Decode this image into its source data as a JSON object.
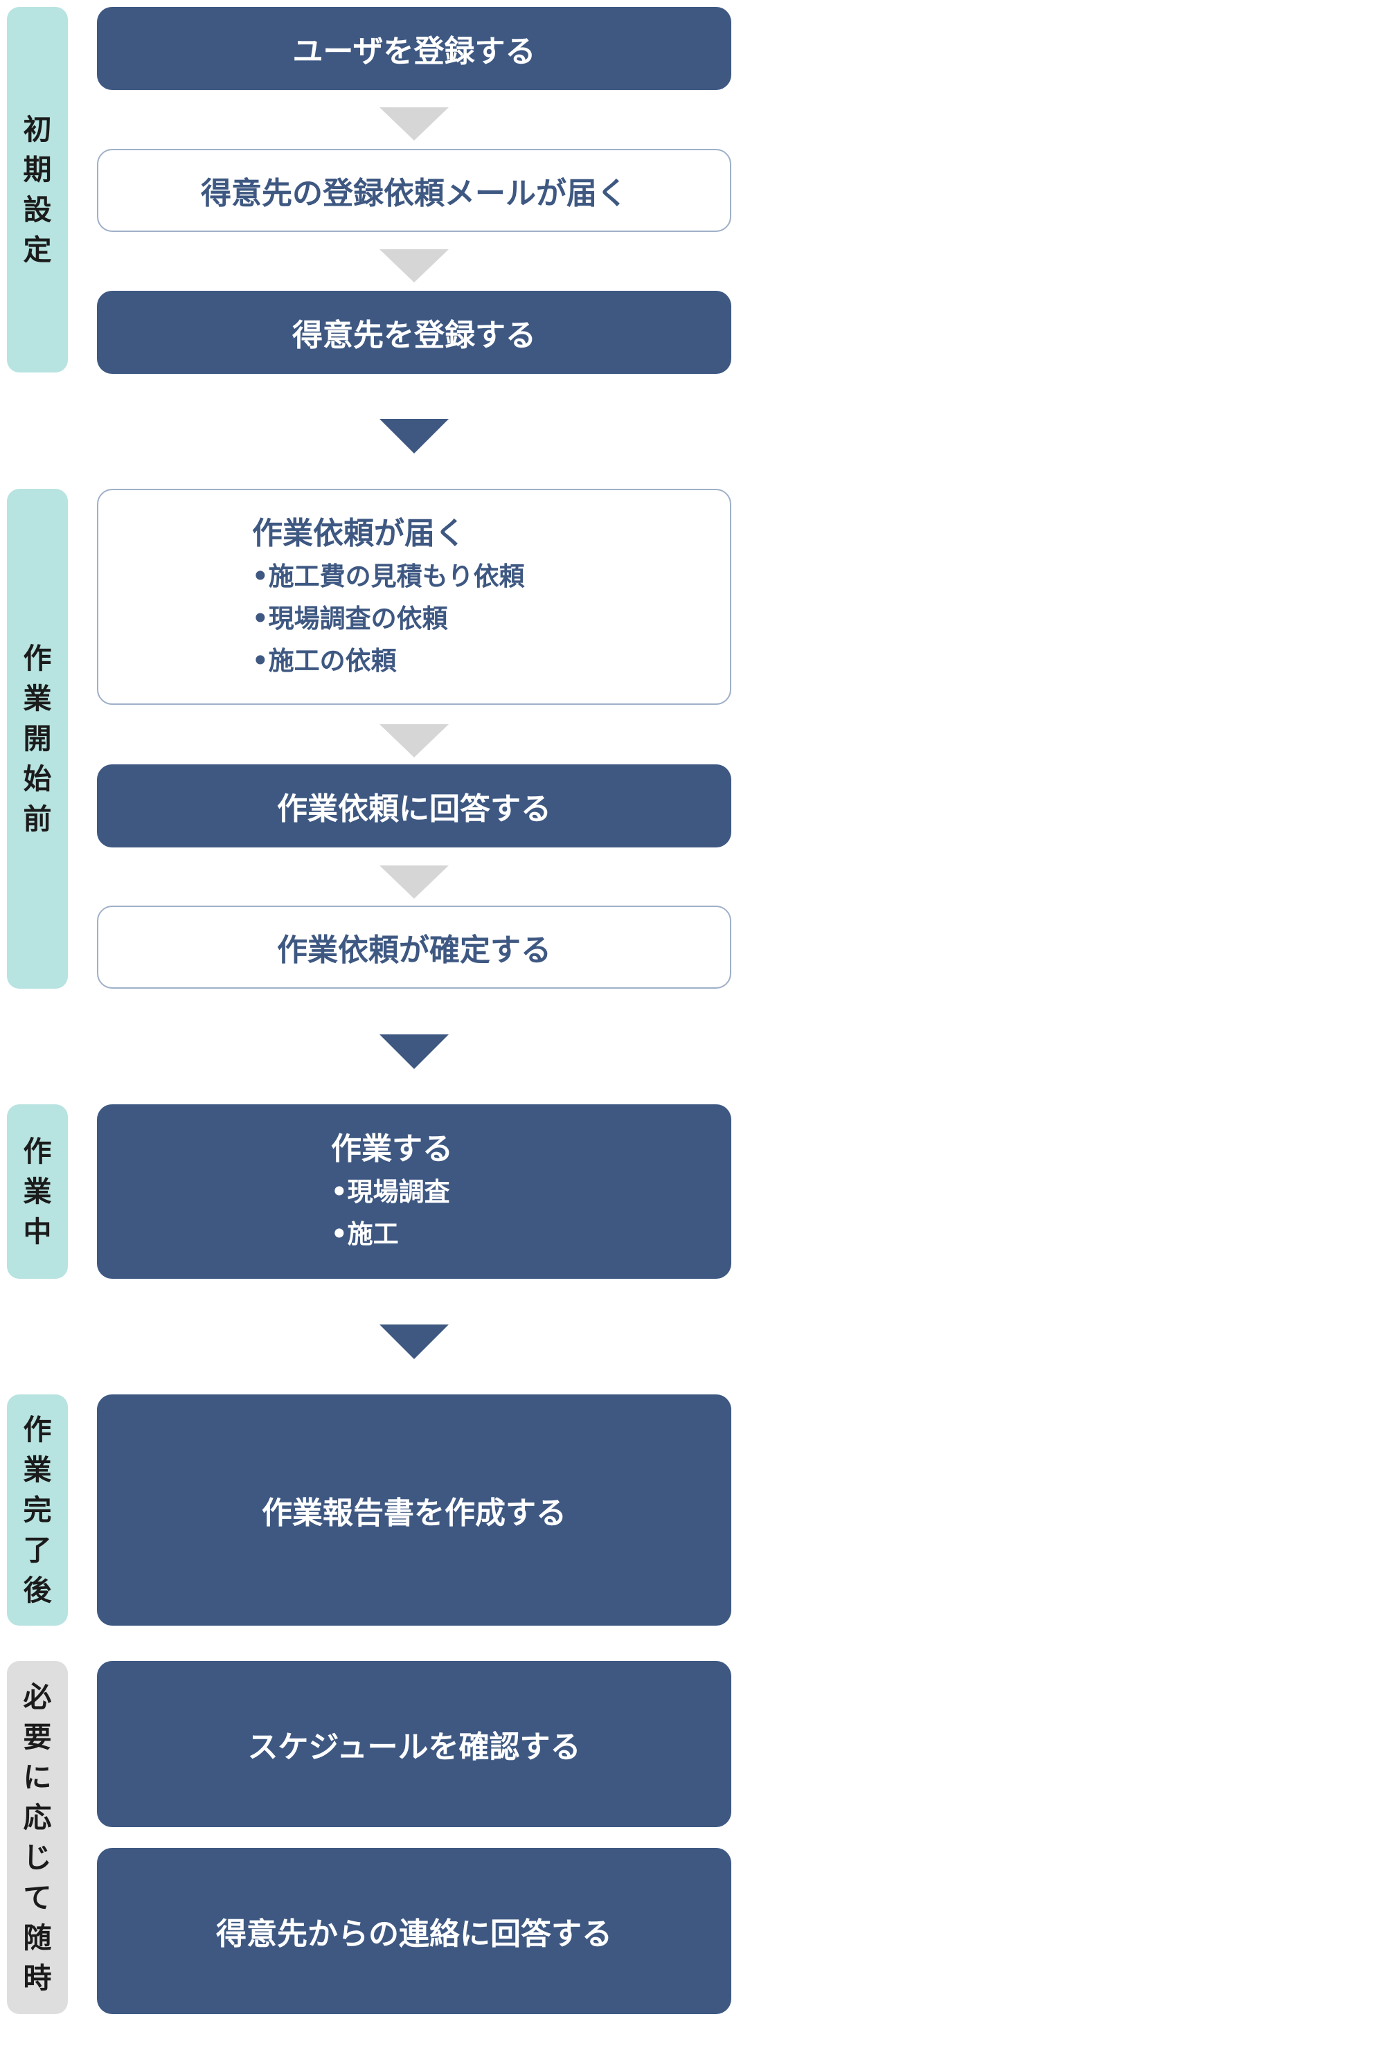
{
  "phases": {
    "initial": [
      "初",
      "期",
      "設",
      "定"
    ],
    "before_work": [
      "作",
      "業",
      "開",
      "始",
      "前"
    ],
    "during_work": [
      "作",
      "業",
      "中"
    ],
    "after_work": [
      "作",
      "業",
      "完",
      "了",
      "後"
    ],
    "as_needed": [
      "必",
      "要",
      "に",
      "応",
      "じ",
      "て",
      "随",
      "時"
    ]
  },
  "steps": {
    "register_user": "ユーザを登録する",
    "invite_mail": "得意先の登録依頼メールが届く",
    "register_client": "得意先を登録する",
    "work_request": {
      "title": "作業依頼が届く",
      "items": [
        "•施工費の見積もり依頼",
        "•現場調査の依頼",
        "•施工の依頼"
      ]
    },
    "answer_request": "作業依頼に回答する",
    "request_confirmed": "作業依頼が確定する",
    "do_work": {
      "title": "作業する",
      "items": [
        "•現場調査",
        "•施工"
      ]
    },
    "create_report": "作業報告書を作成する",
    "check_schedule": "スケジュールを確認する",
    "reply_client": "得意先からの連絡に回答する"
  },
  "colors": {
    "dark_box": "#3e5882",
    "phase_teal": "#b7e3e0",
    "phase_gray": "#dedede",
    "small_arrow": "#d6d6d6"
  }
}
